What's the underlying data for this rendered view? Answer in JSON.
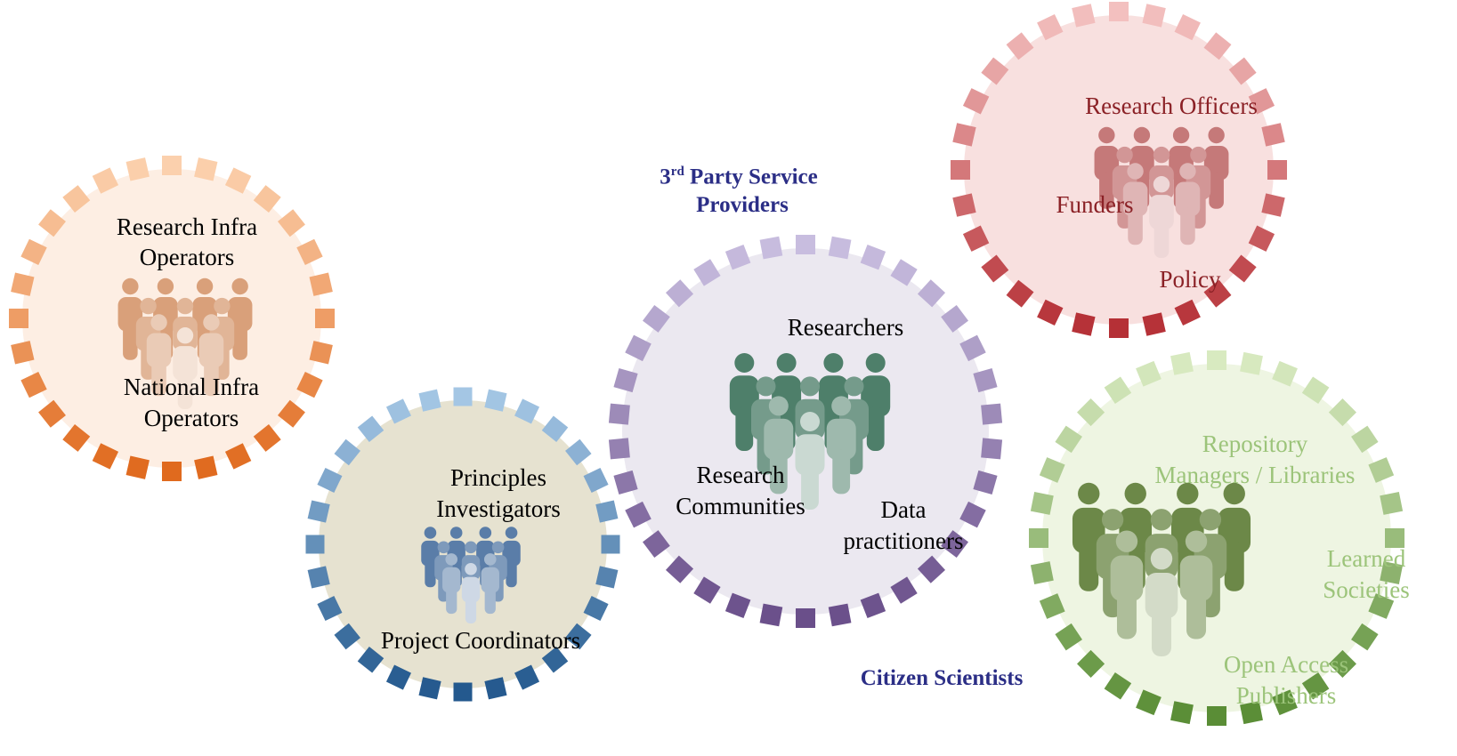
{
  "colors": {
    "orange": {
      "fill": "#fdeee3",
      "dash_light": "#fbd0ad",
      "dash_dark": "#e06a1e",
      "people": "#d9a07a",
      "text": "#1a1a1a"
    },
    "blue": {
      "fill": "#e6e2d0",
      "dash_light": "#a4c6e4",
      "dash_dark": "#24598e",
      "people": "#5a7da8",
      "text": "#1a1a1a"
    },
    "purple": {
      "fill": "#ebe8f0",
      "dash_light": "#c8bddf",
      "dash_dark": "#6a4f8a",
      "people": "#4e7f6a",
      "text": "#1a1a1a"
    },
    "red": {
      "fill": "#f8e0df",
      "dash_light": "#f3c0bf",
      "dash_dark": "#b53036",
      "people": "#c57979",
      "text": "#8b2126"
    },
    "green": {
      "fill": "#eef5e2",
      "dash_light": "#d8eac0",
      "dash_dark": "#5a8d36",
      "people": "#6c8848",
      "text": "#9cc47a"
    },
    "standalone_text": "#2b2e86"
  },
  "circles": {
    "orange": {
      "line1": "Research Infra",
      "line2": "Operators",
      "line3": "National Infra",
      "line4": "Operators",
      "icon": "people-group-icon"
    },
    "blue": {
      "line1": "Principles",
      "line2": "Investigators",
      "line3": "Project Coordinators",
      "icon": "people-group-icon"
    },
    "purple": {
      "line1": "Researchers",
      "line2": "Research",
      "line3": "Communities",
      "line4": "Data",
      "line5": "practitioners",
      "icon": "people-group-icon"
    },
    "red": {
      "line1": "Research Officers",
      "line2": "Funders",
      "line3": "Policy",
      "icon": "people-group-icon"
    },
    "green": {
      "line1": "Repository",
      "line2": "Managers / Libraries",
      "line3": "Learned",
      "line4": "Societies",
      "line5": "Open Access",
      "line6": "Publishers",
      "icon": "people-group-icon"
    }
  },
  "standalone": {
    "third_party_num": "3",
    "third_party_sup": "rd",
    "third_party_rest": "Party Service",
    "third_party_line2": "Providers",
    "citizen": "Citizen Scientists"
  }
}
